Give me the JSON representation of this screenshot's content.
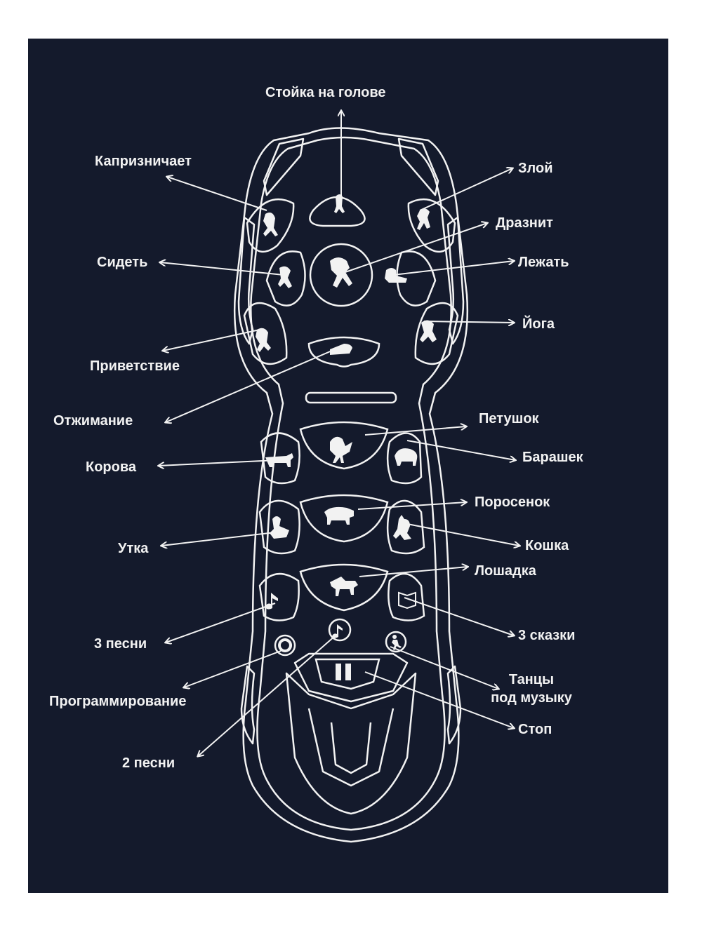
{
  "colors": {
    "background": "#141a2c",
    "line": "#f2f2f2",
    "page": "#ffffff"
  },
  "labels": {
    "headstand": "Стойка на голове",
    "capricious": "Капризничает",
    "angry": "Злой",
    "teases": "Дразнит",
    "sit": "Сидеть",
    "lie": "Лежать",
    "yoga": "Йога",
    "greeting": "Приветствие",
    "pushups": "Отжимание",
    "rooster": "Петушок",
    "sheep": "Барашек",
    "cow": "Корова",
    "piglet": "Поросенок",
    "duck": "Утка",
    "cat": "Кошка",
    "horse": "Лошадка",
    "songs3": "3 песни",
    "tales3": "3 сказки",
    "programming": "Программирование",
    "dance_line1": "Танцы",
    "dance_line2": "под музыку",
    "stop": "Стоп",
    "songs2": "2 песни"
  },
  "icons": {
    "top_row": [
      "headstand-dog-icon",
      "capricious-dog-icon",
      "angry-dog-icon"
    ],
    "middle": [
      "teasing-dog-icon",
      "sitting-dog-icon",
      "lying-dog-icon",
      "yoga-dog-icon",
      "greeting-dog-icon",
      "pushup-dog-icon"
    ],
    "animals": [
      "rooster-icon",
      "sheep-icon",
      "cow-icon",
      "pig-icon",
      "duck-icon",
      "cat-icon",
      "horse-icon"
    ],
    "bottom": [
      "music-note-3-icon",
      "book-icon",
      "gear-icon",
      "music-note-icon",
      "dancer-icon",
      "pause-icon"
    ]
  }
}
